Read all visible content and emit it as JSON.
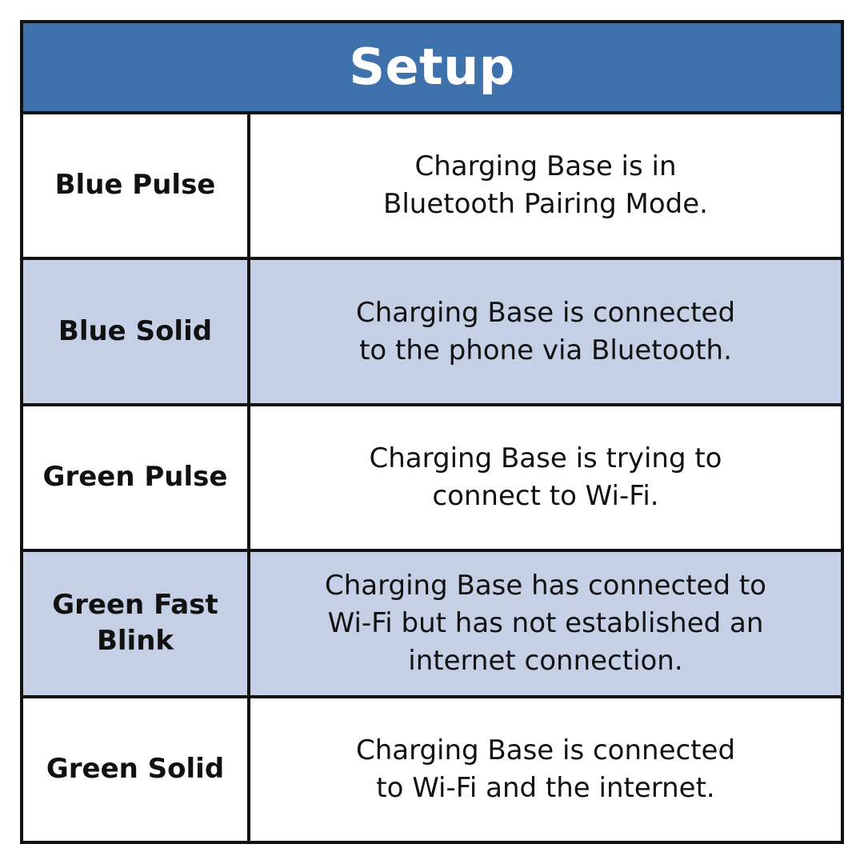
{
  "header": {
    "title": "Setup",
    "background_color": "#3f72ad"
  },
  "rows": [
    {
      "status": "Blue Pulse",
      "description": "Charging Base is in\nBluetooth Pairing Mode.",
      "shaded": false
    },
    {
      "status": "Blue Solid",
      "description": "Charging Base is connected\nto the phone via Bluetooth.",
      "shaded": true
    },
    {
      "status": "Green Pulse",
      "description": "Charging Base is trying to\nconnect to Wi-Fi.",
      "shaded": false
    },
    {
      "status": "Green Fast\nBlink",
      "description": "Charging Base has connected to\nWi-Fi but has not established an\ninternet connection.",
      "shaded": true
    },
    {
      "status": "Green Solid",
      "description": "Charging Base is connected\nto Wi-Fi and the internet.",
      "shaded": false
    }
  ],
  "colors": {
    "shaded_row": "#c5d0e6",
    "border": "#111111"
  }
}
